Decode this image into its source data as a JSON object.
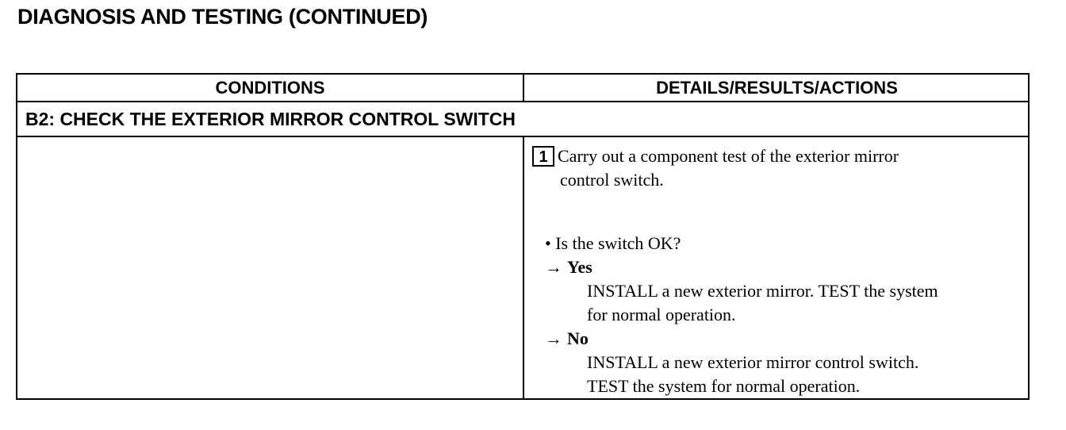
{
  "page": {
    "title": "DIAGNOSIS AND TESTING (CONTINUED)"
  },
  "table": {
    "headers": {
      "conditions": "CONDITIONS",
      "details": "DETAILS/RESULTS/ACTIONS"
    },
    "section": {
      "title": "B2: CHECK THE EXTERIOR MIRROR CONTROL SWITCH"
    },
    "step": {
      "number": "1",
      "line1": "Carry out a component test of the exterior mirror",
      "line2": "control switch."
    },
    "question": "• Is the switch OK?",
    "arrow": "→",
    "yes": {
      "label": "Yes",
      "line1": "INSTALL a new exterior mirror. TEST the system",
      "line2": "for normal operation."
    },
    "no": {
      "label": "No",
      "line1": "INSTALL a new exterior mirror control switch.",
      "line2": "TEST the system for normal operation."
    }
  }
}
